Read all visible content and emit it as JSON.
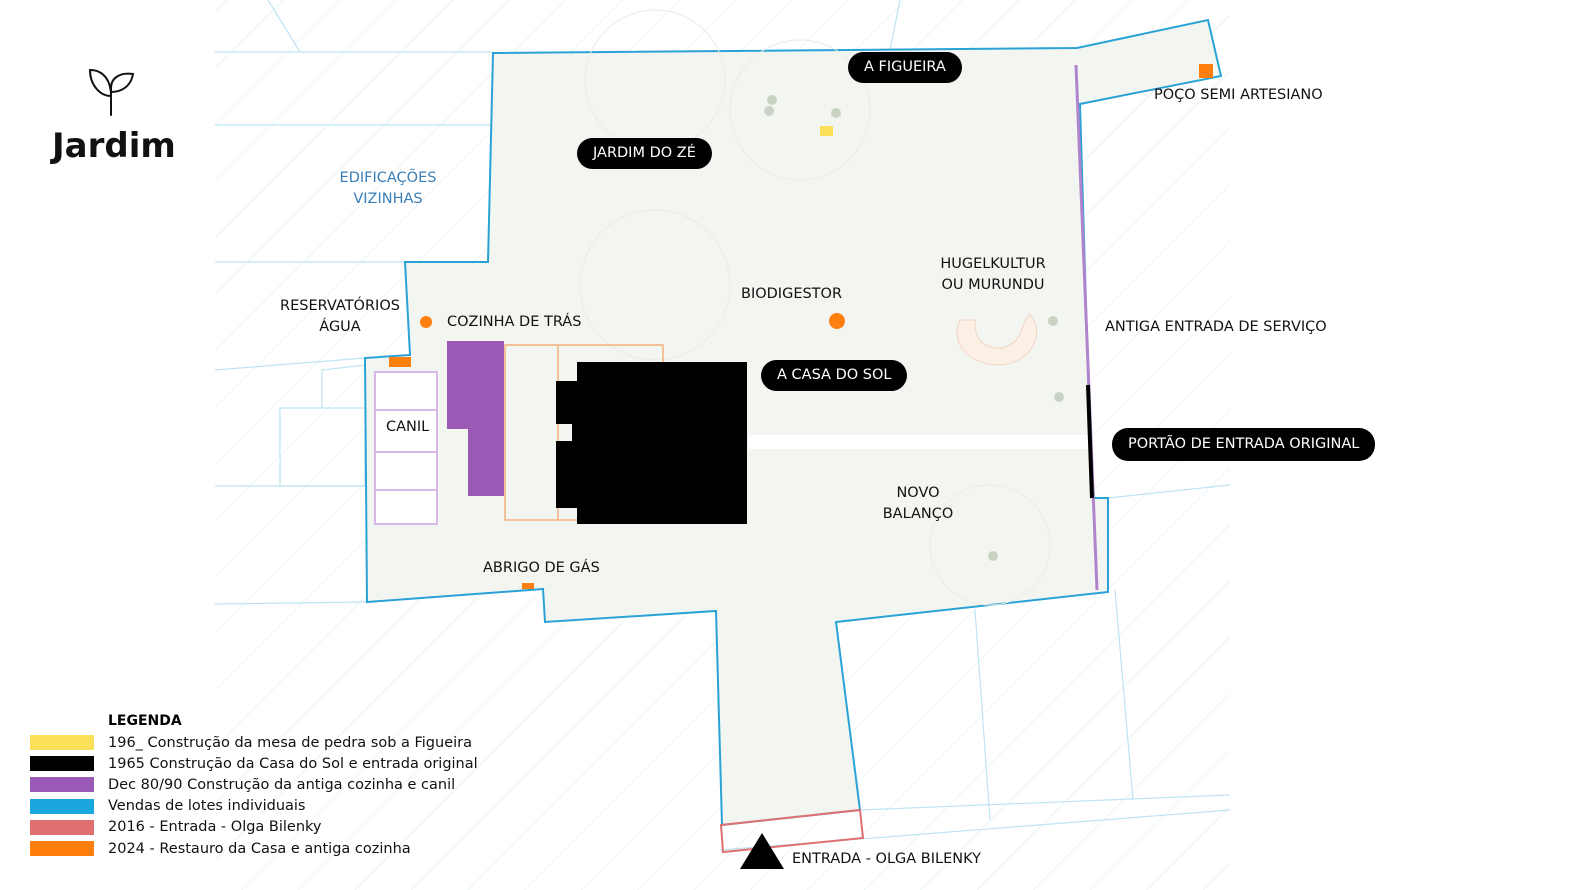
{
  "title": "Jardim",
  "icon": "sprout-icon",
  "labels": {
    "figueira": "A FIGUEIRA",
    "jardim_ze": "JARDIM DO ZÉ",
    "casa_sol": "A CASA DO SOL",
    "portao": "PORTÃO DE ENTRADA ORIGINAL",
    "poco": "POÇO SEMI ARTESIANO",
    "edificacoes_1": "EDIFICAÇÕES",
    "edificacoes_2": "VIZINHAS",
    "reservatorios_1": "RESERVATÓRIOS",
    "reservatorios_2": "ÁGUA",
    "cozinha": "COZINHA DE TRÁS",
    "biodigestor": "BIODIGESTOR",
    "hugel_1": "HUGELKULTUR",
    "hugel_2": "OU MURUNDU",
    "antiga_entrada": "ANTIGA ENTRADA DE SERVIÇO",
    "canil": "CANIL",
    "novo_1": "NOVO",
    "novo_2": "BALANÇO",
    "abrigo": "ABRIGO DE GÁS",
    "entrada": "ENTRADA - OLGA BILENKY"
  },
  "legend": {
    "title": "LEGENDA",
    "items": [
      {
        "color": "#fde05a",
        "label": "196_ Construção da mesa de pedra sob a Figueira"
      },
      {
        "color": "#000000",
        "label": "1965 Construção da Casa do Sol e entrada original"
      },
      {
        "color": "#9b59b6",
        "label": "Dec 80/90 Construção da antiga cozinha e canil"
      },
      {
        "color": "#1aa7dd",
        "label": "Vendas de lotes individuais"
      },
      {
        "color": "#e07070",
        "label": "2016 - Entrada - Olga Bilenky"
      },
      {
        "color": "#ff7f0e",
        "label": "2024 - Restauro da Casa e antiga cozinha"
      }
    ]
  }
}
